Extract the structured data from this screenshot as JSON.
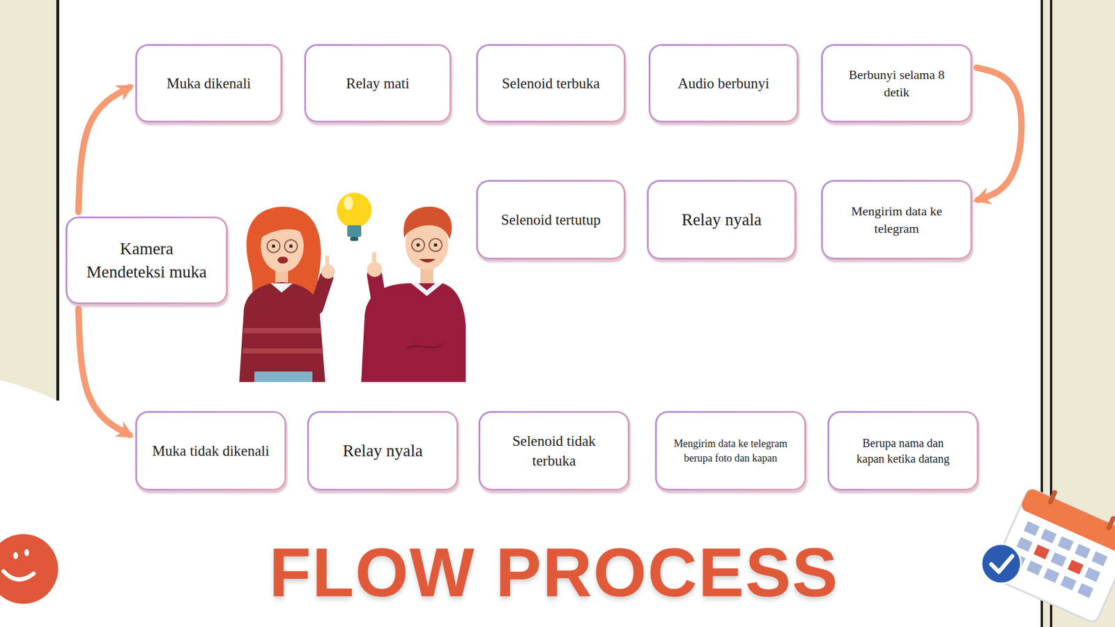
{
  "diagram": {
    "title": "FLOW PROCESS",
    "nodes": [
      {
        "text": [
          "Kamera Mendeteksi muka"
        ]
      },
      {
        "text": [
          "Muka dikenali"
        ]
      },
      {
        "text": [
          "Relay mati"
        ]
      },
      {
        "text": [
          "Selenoid terbuka"
        ]
      },
      {
        "text": [
          "Audio berbunyi"
        ]
      },
      {
        "text": [
          "Berbunyi selama 8 detik"
        ]
      },
      {
        "text": [
          "Mengirim data ke telegram"
        ]
      },
      {
        "text": [
          "Relay nyala"
        ]
      },
      {
        "text": [
          "Selenoid tertutup"
        ]
      },
      {
        "text": [
          "Muka tidak dikenali"
        ]
      },
      {
        "text": [
          "Relay nyala"
        ]
      },
      {
        "text": [
          "Selenoid tidak terbuka"
        ]
      },
      {
        "text": [
          "Mengirim data ke telegram berupa foto dan kapan"
        ]
      },
      {
        "text": [
          "Berupa nama dan kapan ketika datang"
        ]
      }
    ],
    "edges": [
      {
        "from": 0,
        "to": 1,
        "arrow": "to"
      },
      {
        "from": 5,
        "to": 6,
        "arrow": "to"
      },
      {
        "from": 0,
        "to": 9,
        "arrow": "to"
      }
    ]
  }
}
